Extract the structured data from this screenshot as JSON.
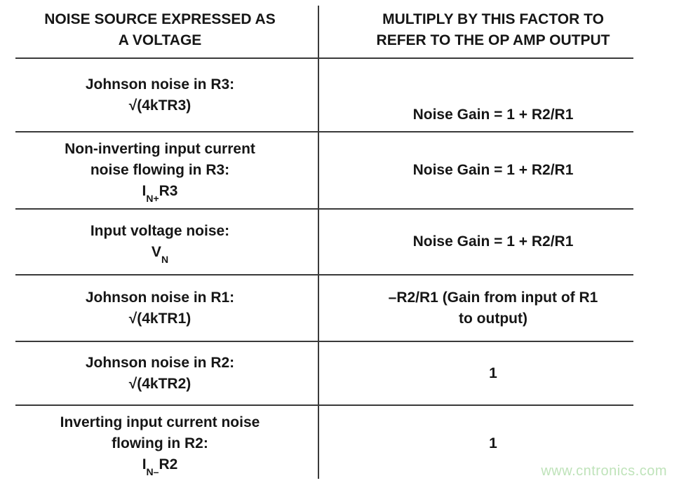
{
  "table": {
    "header": {
      "left_line1": "NOISE SOURCE EXPRESSED AS",
      "left_line2": "A VOLTAGE",
      "right_line1": "MULTIPLY BY THIS FACTOR TO",
      "right_line2": "REFER TO THE OP AMP OUTPUT"
    },
    "rows": [
      {
        "source_line1": "Johnson noise in R3:",
        "source_line2": "√(4kTR3)",
        "factor_line1": "Noise Gain = 1 + R2/R1"
      },
      {
        "source_line1": "Non-inverting input current",
        "source_line2": "noise flowing in R3:",
        "formula_base": "I",
        "formula_sub": "N+",
        "formula_rest": "R3",
        "factor_line1": "Noise Gain = 1 + R2/R1"
      },
      {
        "source_line1": "Input voltage noise:",
        "formula_base": "V",
        "formula_sub": "N",
        "formula_rest": "",
        "factor_line1": "Noise Gain = 1 + R2/R1"
      },
      {
        "source_line1": "Johnson noise in R1:",
        "source_line2": "√(4kTR1)",
        "factor_line1": "–R2/R1 (Gain from input of R1",
        "factor_line2": "to output)"
      },
      {
        "source_line1": "Johnson noise in R2:",
        "source_line2": "√(4kTR2)",
        "factor_line1": "1"
      },
      {
        "source_line1": "Inverting input current noise",
        "source_line2": "flowing in R2:",
        "formula_base": "I",
        "formula_sub": "N–",
        "formula_rest": "R2",
        "factor_line1": "1"
      }
    ]
  },
  "lines": {
    "color": "#3a3a3a"
  },
  "watermark": {
    "text": "www.cntronics.com",
    "color": "#bfe3ba"
  }
}
